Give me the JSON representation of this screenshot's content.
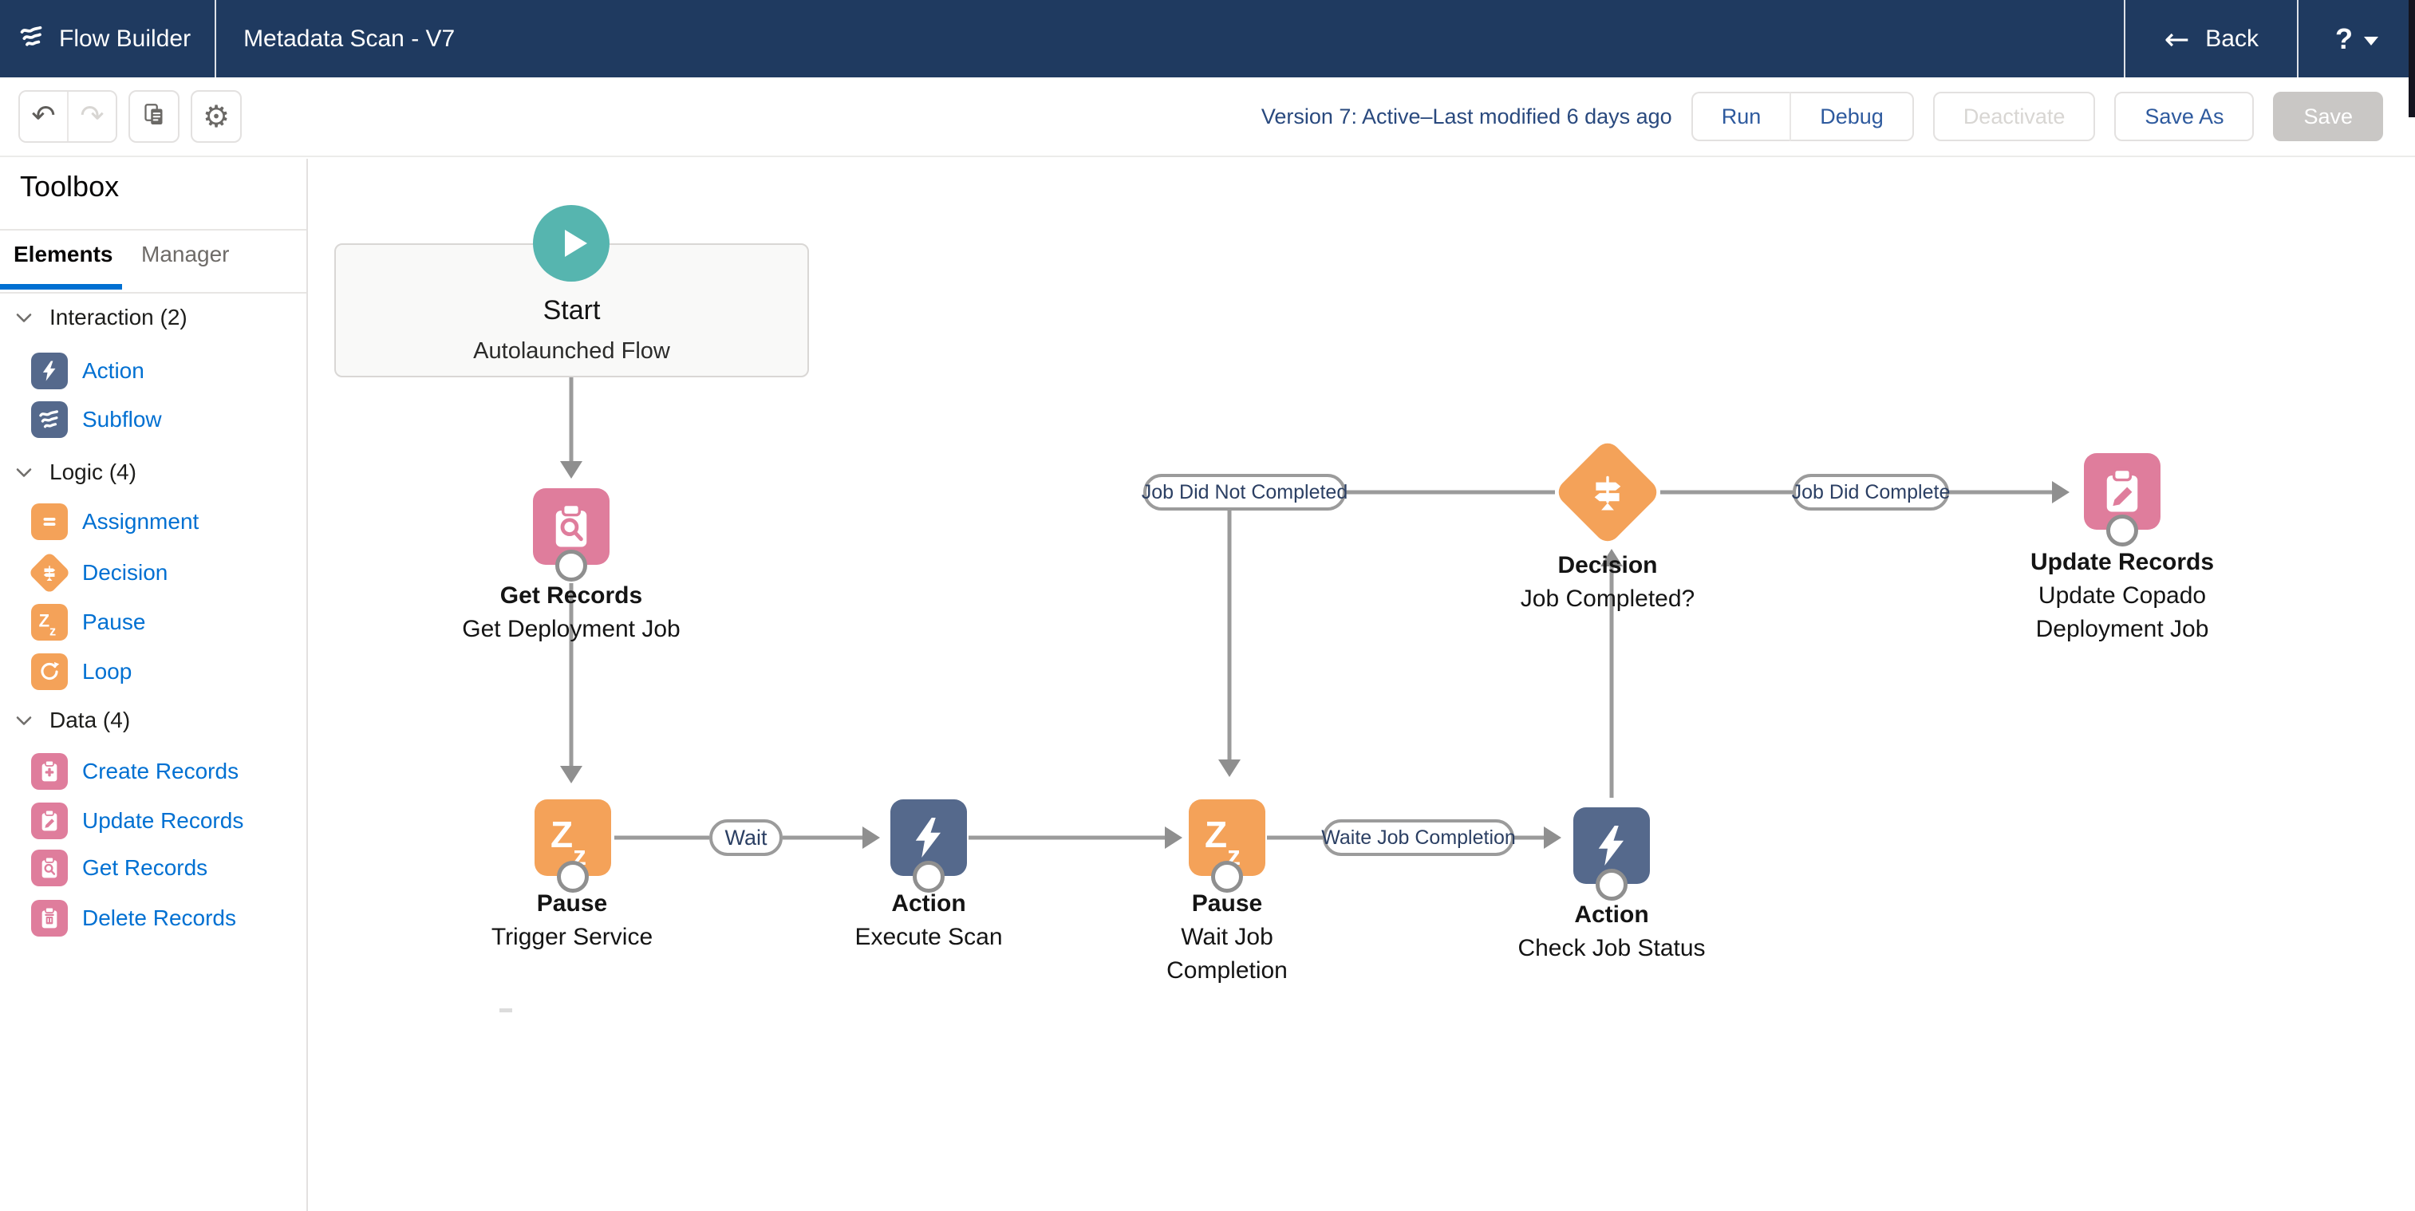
{
  "header": {
    "app_name": "Flow Builder",
    "flow_title": "Metadata Scan - V7",
    "back_label": "Back",
    "help_label": "?"
  },
  "toolbar": {
    "version_text": "Version 7: Active–Last modified 6 days ago",
    "run_label": "Run",
    "debug_label": "Debug",
    "deactivate_label": "Deactivate",
    "save_as_label": "Save As",
    "save_label": "Save"
  },
  "toolbox": {
    "title": "Toolbox",
    "tabs": [
      {
        "label": "Elements",
        "active": true
      },
      {
        "label": "Manager",
        "active": false
      }
    ],
    "sections": [
      {
        "label": "Interaction (2)",
        "items": [
          {
            "label": "Action",
            "icon": "action-icon"
          },
          {
            "label": "Subflow",
            "icon": "subflow-icon"
          }
        ]
      },
      {
        "label": "Logic (4)",
        "items": [
          {
            "label": "Assignment",
            "icon": "assignment-icon"
          },
          {
            "label": "Decision",
            "icon": "decision-icon"
          },
          {
            "label": "Pause",
            "icon": "pause-icon"
          },
          {
            "label": "Loop",
            "icon": "loop-icon"
          }
        ]
      },
      {
        "label": "Data (4)",
        "items": [
          {
            "label": "Create Records",
            "icon": "create-records-icon"
          },
          {
            "label": "Update Records",
            "icon": "update-records-icon"
          },
          {
            "label": "Get Records",
            "icon": "get-records-icon"
          },
          {
            "label": "Delete Records",
            "icon": "delete-records-icon"
          }
        ]
      }
    ]
  },
  "canvas": {
    "start": {
      "title": "Start",
      "subtitle": "Autolaunched Flow"
    },
    "nodes": [
      {
        "type": "Get Records",
        "name": "Get Deployment Job"
      },
      {
        "type": "Decision",
        "name": "Job Completed?"
      },
      {
        "type": "Update Records",
        "name": "Update Copado Deployment Job"
      },
      {
        "type": "Pause",
        "name": "Trigger Service"
      },
      {
        "type": "Action",
        "name": "Execute Scan"
      },
      {
        "type": "Pause",
        "name": "Wait Job Completion"
      },
      {
        "type": "Action",
        "name": "Check Job Status"
      }
    ],
    "connectors": {
      "wait": "Wait",
      "waite_job": "Waite Job Completion",
      "job_not_completed": "Job Did Not Completed",
      "job_did_complete": "Job Did Complete"
    }
  },
  "colors": {
    "header_navy": "#1F3A60",
    "accent_blue": "#0070D2",
    "slate": "#55698C",
    "orange": "#F4A259",
    "pink": "#DF7D9C",
    "teal": "#56B5AF",
    "connector_gray": "#9B9B9B"
  }
}
